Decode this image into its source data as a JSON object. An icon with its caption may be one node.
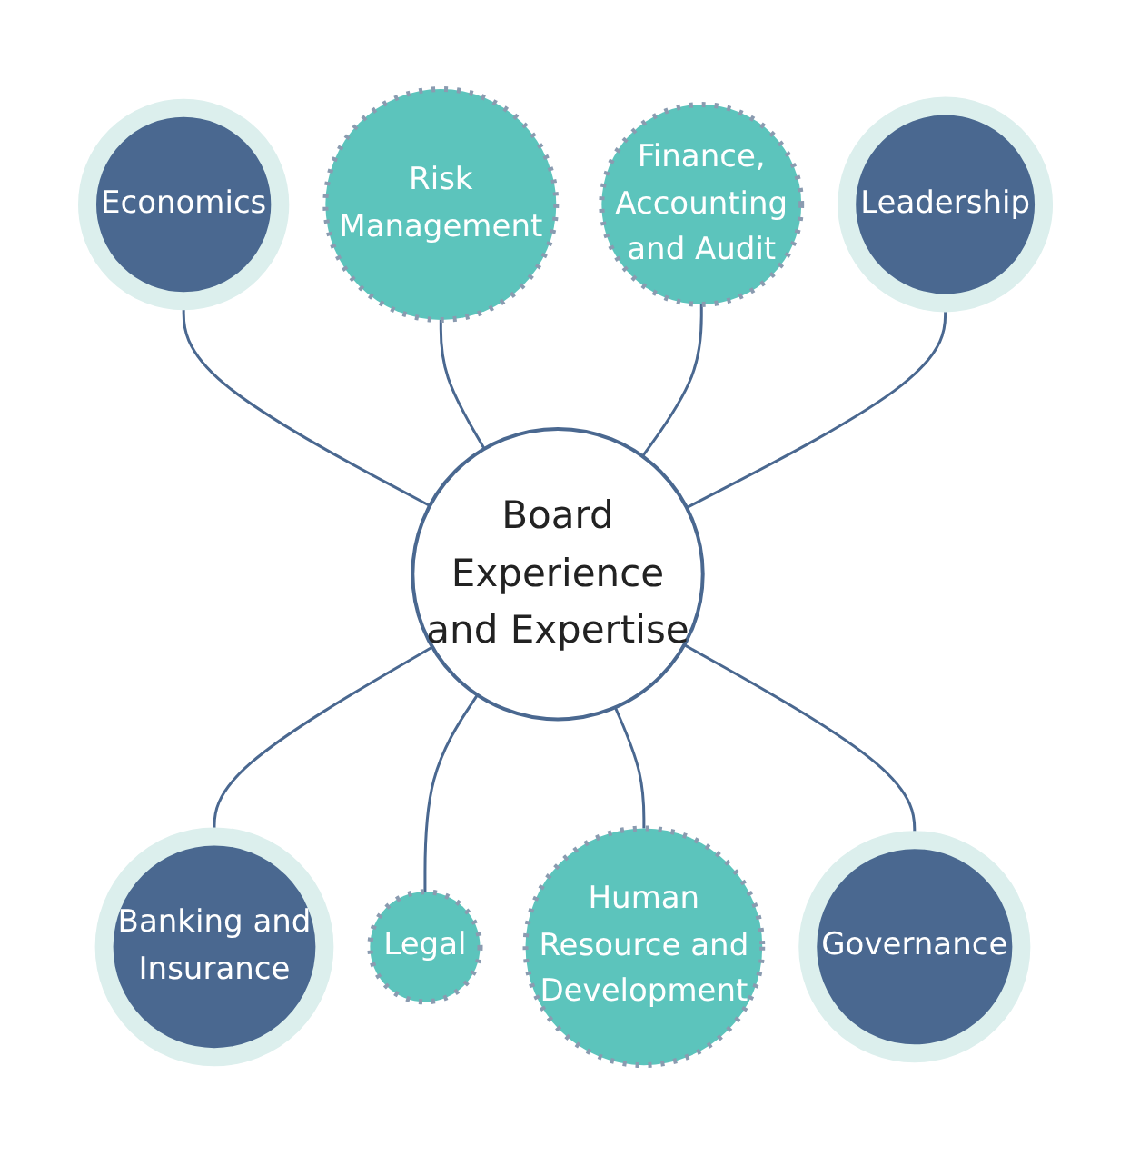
{
  "diagram": {
    "nodes": [
      {
        "text": [
          "Economics"
        ]
      },
      {
        "text": [
          "Risk Management"
        ]
      },
      {
        "text": [
          "Finance, Accounting and Audit"
        ]
      },
      {
        "text": [
          "Leadership"
        ]
      },
      {
        "text": [
          "Board Experience and Expertise"
        ]
      },
      {
        "text": [
          "Banking and Insurance"
        ]
      },
      {
        "text": [
          "Legal"
        ]
      },
      {
        "text": [
          "Human Resource and Development"
        ]
      },
      {
        "text": [
          "Governance"
        ]
      }
    ],
    "edges": [
      {
        "from": 0,
        "to": 4,
        "arrow": "none"
      },
      {
        "from": 1,
        "to": 4,
        "arrow": "none"
      },
      {
        "from": 2,
        "to": 4,
        "arrow": "none"
      },
      {
        "from": 3,
        "to": 4,
        "arrow": "none"
      },
      {
        "from": 4,
        "to": 5,
        "arrow": "none"
      },
      {
        "from": 4,
        "to": 6,
        "arrow": "none"
      },
      {
        "from": 4,
        "to": 7,
        "arrow": "none"
      },
      {
        "from": 4,
        "to": 8,
        "arrow": "none"
      }
    ]
  }
}
